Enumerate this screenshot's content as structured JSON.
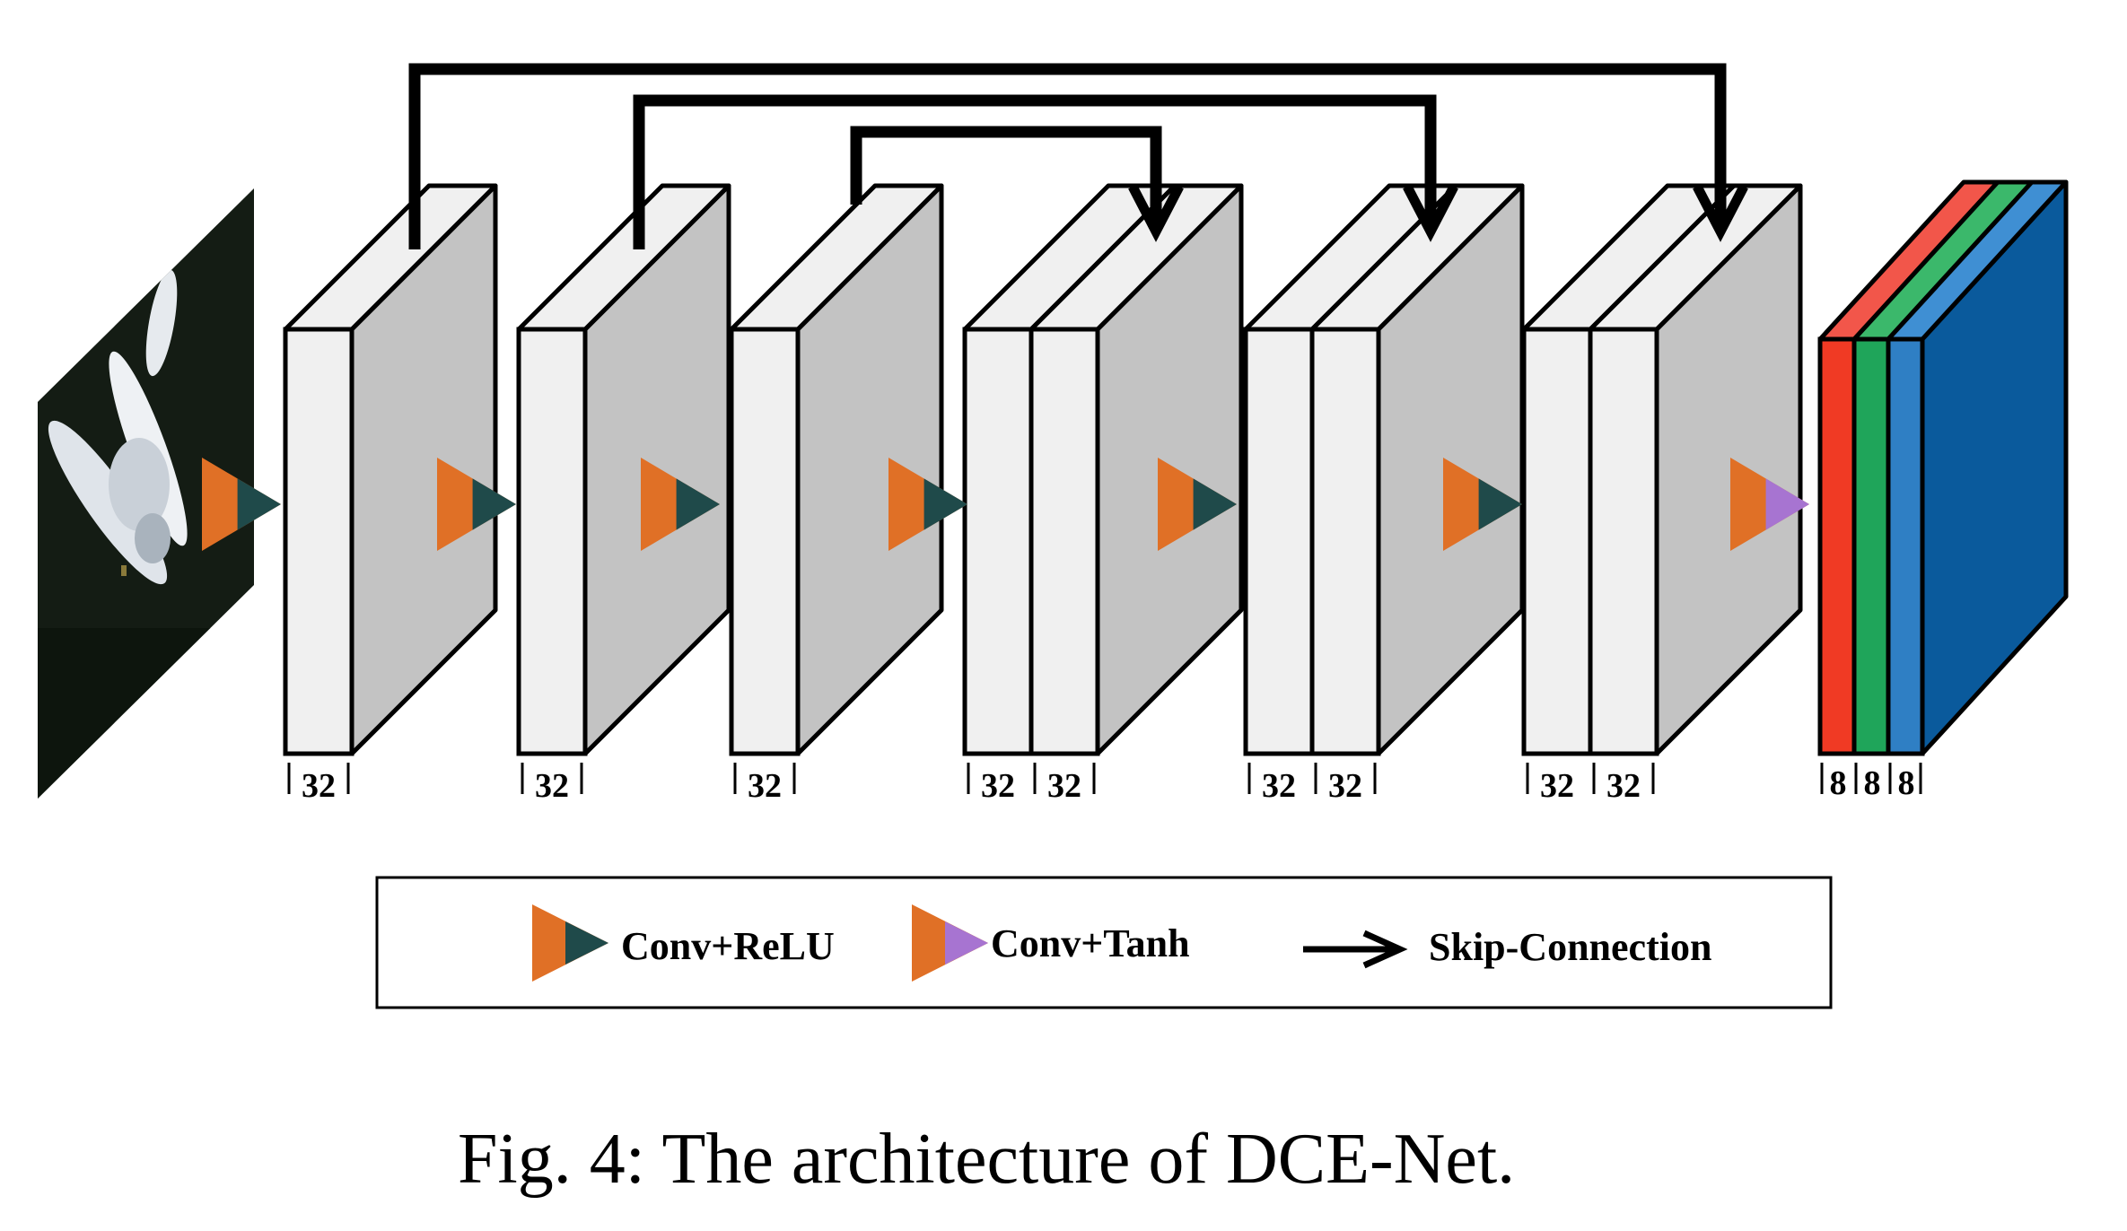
{
  "layers": [
    {
      "channels": [
        "32"
      ]
    },
    {
      "channels": [
        "32"
      ]
    },
    {
      "channels": [
        "32"
      ]
    },
    {
      "channels": [
        "32",
        "32"
      ]
    },
    {
      "channels": [
        "32",
        "32"
      ]
    },
    {
      "channels": [
        "32",
        "32"
      ]
    }
  ],
  "output": {
    "channels": [
      "8",
      "8",
      "8"
    ],
    "colors": [
      "#f03a24",
      "#1fa55a",
      "#2f7fc4"
    ],
    "top_colors": [
      "#f2564a",
      "#3bb86b",
      "#3f8fd3"
    ],
    "side_color": "#0a5a9c"
  },
  "colors": {
    "conv": "#e07026",
    "relu": "#1f4a4a",
    "tanh": "#a774d1",
    "block_front": "#f0f0f0",
    "block_side": "#c3c3c3"
  },
  "legend": {
    "conv_relu": "Conv+ReLU",
    "conv_tanh": "Conv+Tanh",
    "skip": "Skip-Connection"
  },
  "caption": "Fig. 4: The architecture of DCE-Net.",
  "icons": [
    "input-image",
    "conv-relu-icon",
    "conv-tanh-icon",
    "skip-arrow-icon"
  ]
}
